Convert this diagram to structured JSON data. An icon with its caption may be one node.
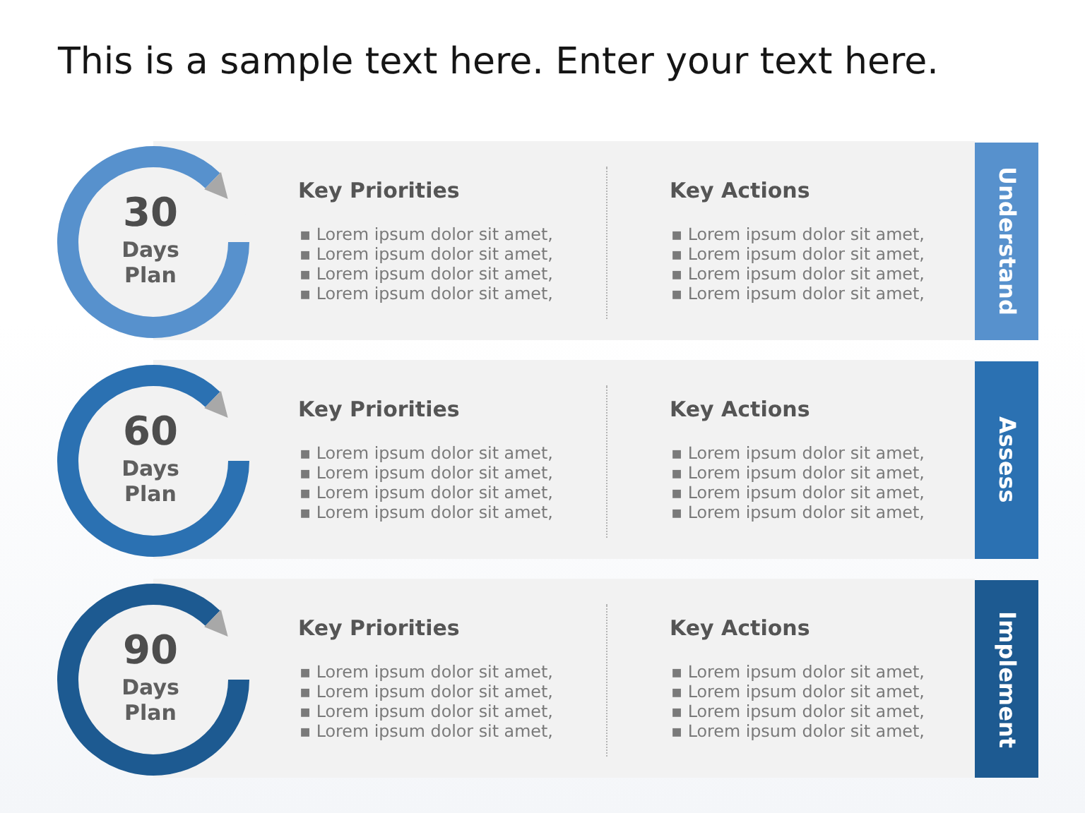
{
  "diagram": {
    "title": "This is a sample text here. Enter your text here.",
    "nodes": [
      {
        "text": [
          "30",
          "Days Plan"
        ]
      },
      {
        "text": [
          "Key Priorities",
          "▪ Lorem ipsum dolor sit amet,",
          "▪ Lorem ipsum dolor sit amet,",
          "▪ Lorem ipsum dolor sit amet,",
          "▪ Lorem ipsum dolor sit amet,",
          "Key Actions",
          "▪ Lorem ipsum dolor sit amet,",
          "▪ Lorem ipsum dolor sit amet,",
          "▪ Lorem ipsum dolor sit amet,",
          "▪ Lorem ipsum dolor sit amet,"
        ]
      },
      {
        "text": [
          "Understand"
        ]
      },
      {
        "text": [
          "60",
          "Days Plan"
        ]
      },
      {
        "text": [
          "Key Priorities",
          "▪ Lorem ipsum dolor sit amet,",
          "▪ Lorem ipsum dolor sit amet,",
          "▪ Lorem ipsum dolor sit amet,",
          "▪ Lorem ipsum dolor sit amet,",
          "Key Actions",
          "▪ Lorem ipsum dolor sit amet,",
          "▪ Lorem ipsum dolor sit amet,",
          "▪ Lorem ipsum dolor sit amet,",
          "▪ Lorem ipsum dolor sit amet,"
        ]
      },
      {
        "text": [
          "Assess"
        ]
      },
      {
        "text": [
          "90",
          "Days Plan"
        ]
      },
      {
        "text": [
          "Key Priorities",
          "▪ Lorem ipsum dolor sit amet,",
          "▪ Lorem ipsum dolor sit amet,",
          "▪ Lorem ipsum dolor sit amet,",
          "▪ Lorem ipsum dolor sit amet,",
          "Key Actions",
          "▪ Lorem ipsum dolor sit amet,",
          "▪ Lorem ipsum dolor sit amet,",
          "▪ Lorem ipsum dolor sit amet,",
          "▪ Lorem ipsum dolor sit amet,"
        ]
      },
      {
        "text": [
          "Implement"
        ]
      }
    ]
  }
}
